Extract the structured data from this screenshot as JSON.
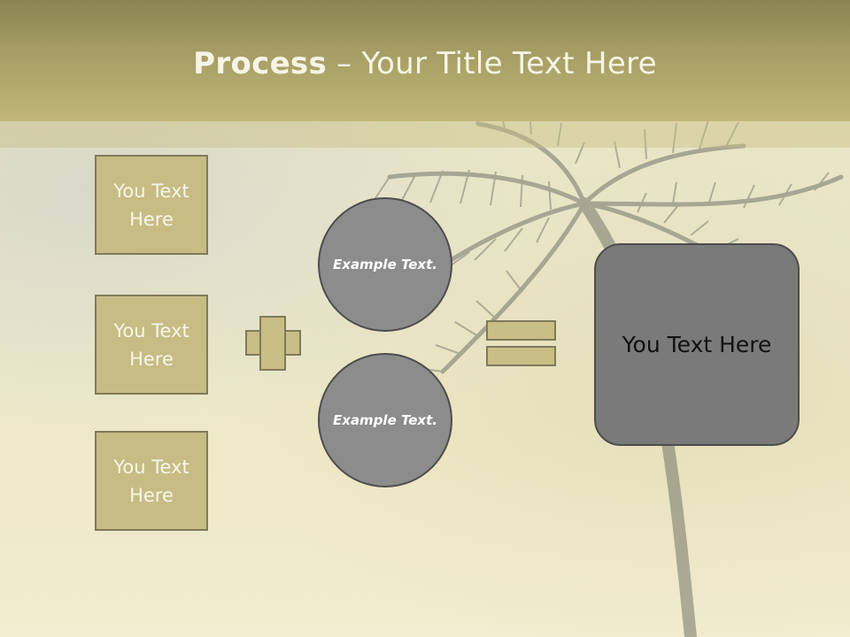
{
  "slide": {
    "title_bold": "Process",
    "title_rest": " – Your Title Text Here",
    "left_boxes": [
      "You Text Here",
      "You Text Here",
      "You Text Here"
    ],
    "circles": [
      "Example Text.",
      "Example Text."
    ],
    "result": "You Text Here"
  },
  "colors": {
    "title_bar": "#a49c63",
    "box_fill": "#c7bc84",
    "circle_fill": "#8c8c8c",
    "result_fill": "#7a7a7a"
  }
}
